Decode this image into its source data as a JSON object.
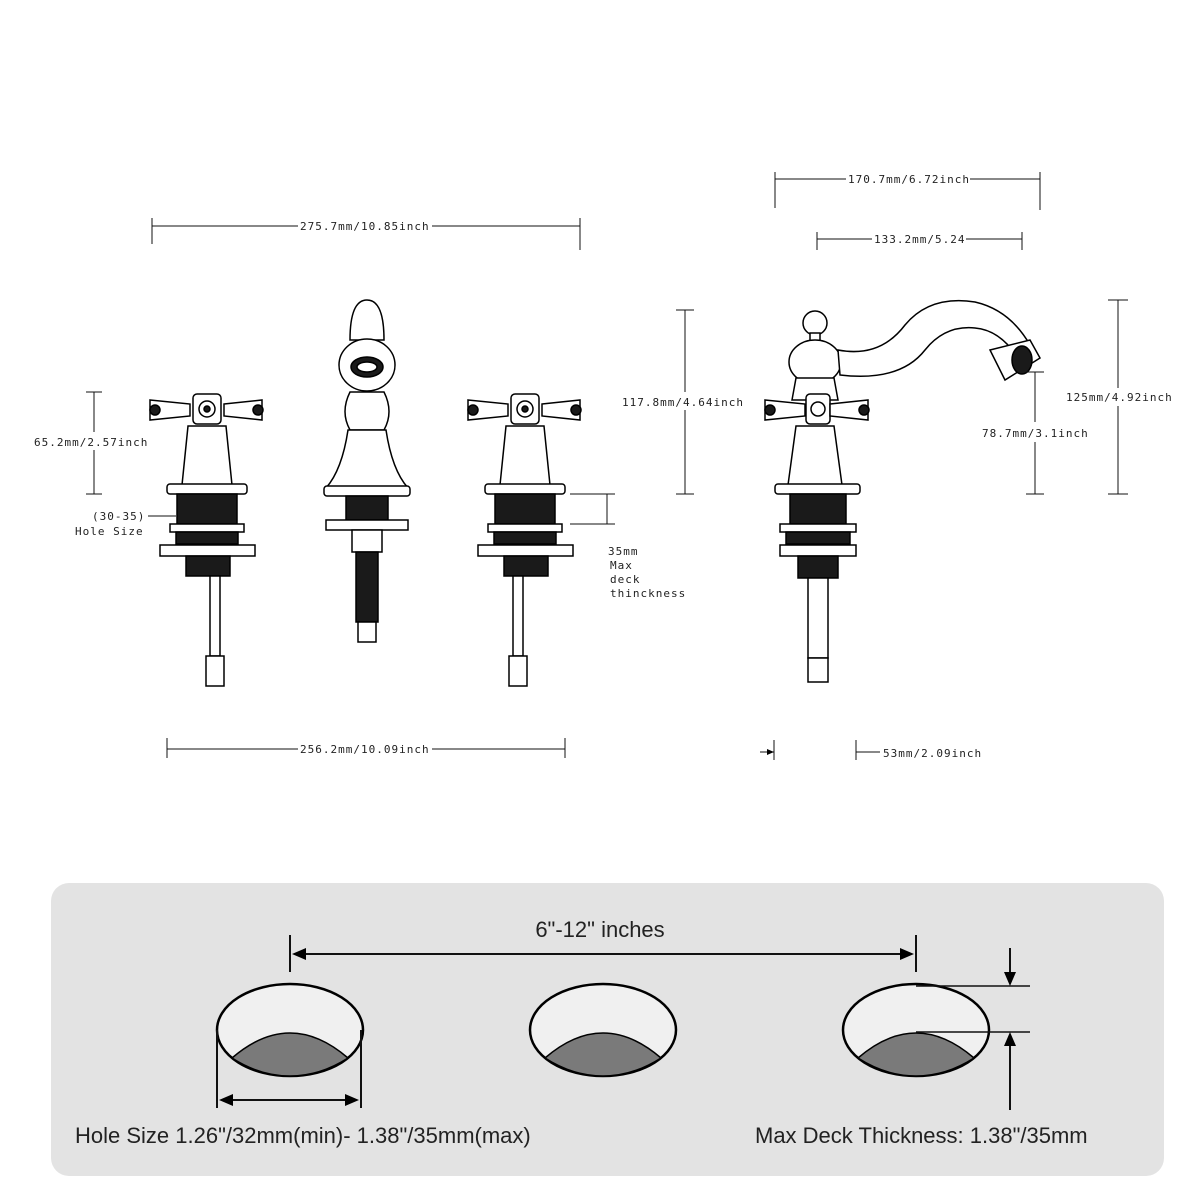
{
  "dimensions": {
    "overall_width": "275.7mm/10.85inch",
    "handle_height": "65.2mm/2.57inch",
    "hole_size_range_1": "(30-35)",
    "hole_size_range_2": "Hole Size",
    "spout_height": "117.8mm/4.64inch",
    "deck_1": "35mm",
    "deck_2": "Max",
    "deck_3": "deck",
    "deck_4": "thinckness",
    "base_spacing": "256.2mm/10.09inch",
    "spout_reach_total": "170.7mm/6.72inch",
    "spout_reach": "133.2mm/5.24",
    "total_height": "125mm/4.92inch",
    "spout_outlet_height": "78.7mm/3.1inch",
    "base_diameter": "53mm/2.09inch"
  },
  "installation": {
    "spacing_label": "6\"-12\" inches",
    "hole_size_label": "Hole Size 1.26\"/32mm(min)- 1.38\"/35mm(max)",
    "deck_thickness_label": "Max Deck Thickness: 1.38\"/35mm"
  }
}
